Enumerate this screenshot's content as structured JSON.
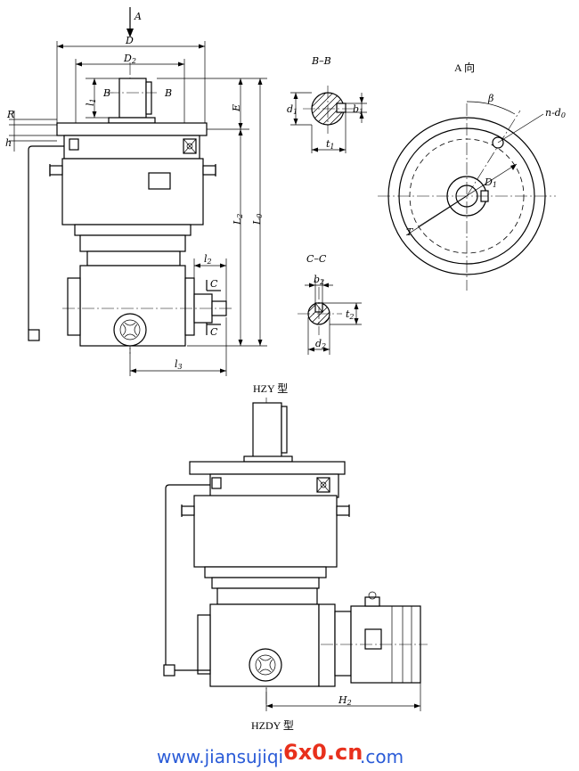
{
  "captions": {
    "top_view": "HZY 型",
    "bottom_view": "HZDY 型"
  },
  "section_labels": {
    "b_b": "B–B",
    "c_c": "C–C",
    "a_view": "A 向"
  },
  "dimensions": {
    "A": "A",
    "D": "D",
    "D2_main": "D",
    "D2_sub": "2",
    "B_left": "B",
    "B_right": "B",
    "l1_main": "l",
    "l1_sub": "1",
    "R": "R",
    "h": "h",
    "E": "E",
    "L2_main": "L",
    "L2_sub": "2",
    "L0_main": "L",
    "L0_sub": "0",
    "l2_main": "l",
    "l2_sub": "2",
    "C_top": "C",
    "C_bottom": "C",
    "l3_main": "l",
    "l3_sub": "3",
    "bb_d1_main": "d",
    "bb_d1_sub": "1",
    "bb_b1_main": "b",
    "bb_b1_sub": "1",
    "bb_t1_main": "t",
    "bb_t1_sub": "1",
    "cc_b2_main": "b",
    "cc_b2_sub": "2",
    "cc_t2_main": "t",
    "cc_t2_sub": "2",
    "cc_d2_main": "d",
    "cc_d2_sub": "2",
    "a_beta": "β",
    "a_nd0_main": "n-d",
    "a_nd0_sub": "0",
    "a_D1_main": "D",
    "a_D1_sub": "1",
    "a_T": "T",
    "H2_main": "H",
    "H2_sub": "2"
  },
  "watermark": {
    "left": "www.",
    "middle": "jiansujiqi",
    "brand": "6x0",
    "right": ".cn",
    "tail": ".com"
  },
  "colors": {
    "line": "#000000",
    "background": "#ffffff",
    "watermark_red": "#e8301c",
    "watermark_blue": "#2a5bd7"
  }
}
